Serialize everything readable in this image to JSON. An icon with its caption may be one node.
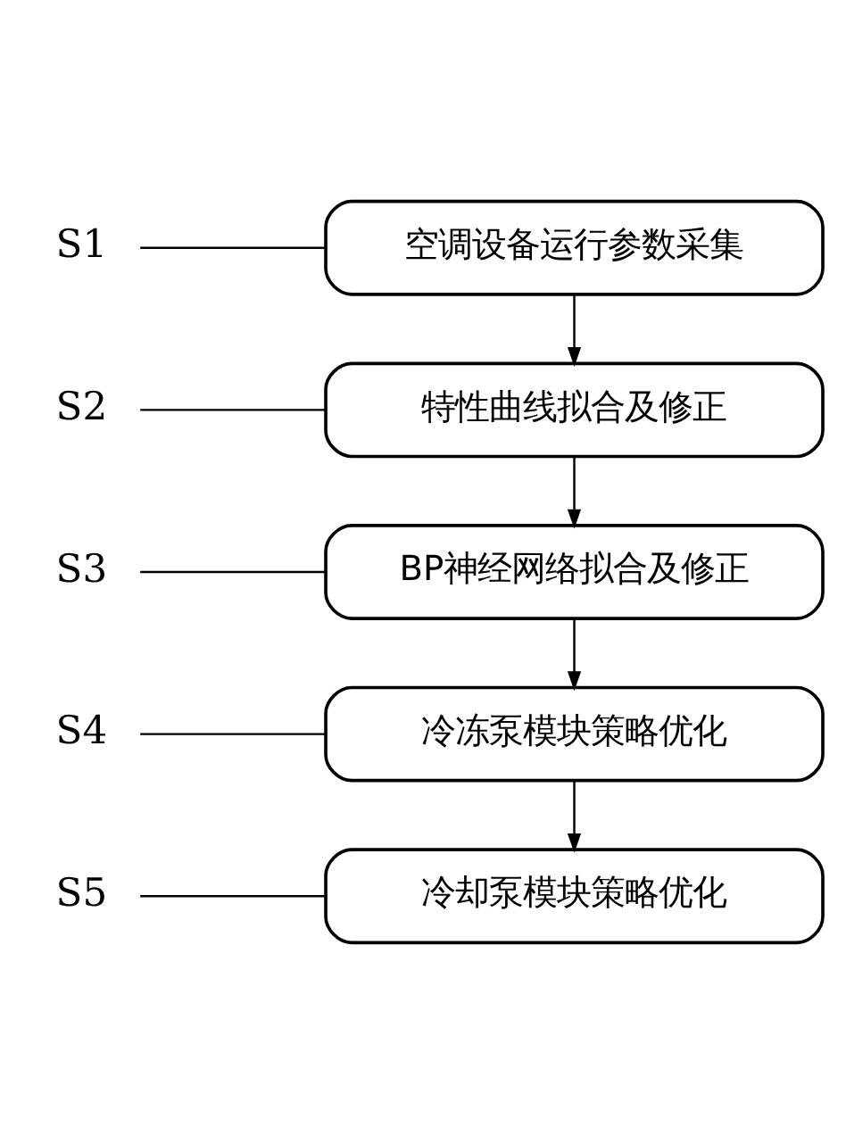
{
  "diagram": {
    "nodes": [
      {
        "text": [
          "空调设备运行参数采集"
        ]
      },
      {
        "text": [
          "特性曲线拟合及修正"
        ]
      },
      {
        "text": [
          "BP神经网络拟合及修正"
        ]
      },
      {
        "text": [
          "冷冻泵模块策略优化"
        ]
      },
      {
        "text": [
          "冷却泵模块策略优化"
        ]
      },
      {
        "text": [
          "S1"
        ]
      },
      {
        "text": [
          "S2"
        ]
      },
      {
        "text": [
          "S3"
        ]
      },
      {
        "text": [
          "S4"
        ]
      },
      {
        "text": [
          "S5"
        ]
      }
    ],
    "edges": [
      {
        "from": 0,
        "to": 1,
        "arrow": "to"
      },
      {
        "from": 1,
        "to": 2,
        "arrow": "to"
      },
      {
        "from": 2,
        "to": 3,
        "arrow": "to"
      },
      {
        "from": 3,
        "to": 4,
        "arrow": "to"
      },
      {
        "from": 5,
        "to": 0,
        "arrow": "none"
      },
      {
        "from": 6,
        "to": 1,
        "arrow": "none"
      },
      {
        "from": 7,
        "to": 2,
        "arrow": "none"
      },
      {
        "from": 8,
        "to": 3,
        "arrow": "none"
      },
      {
        "from": 9,
        "to": 4,
        "arrow": "none"
      }
    ]
  }
}
